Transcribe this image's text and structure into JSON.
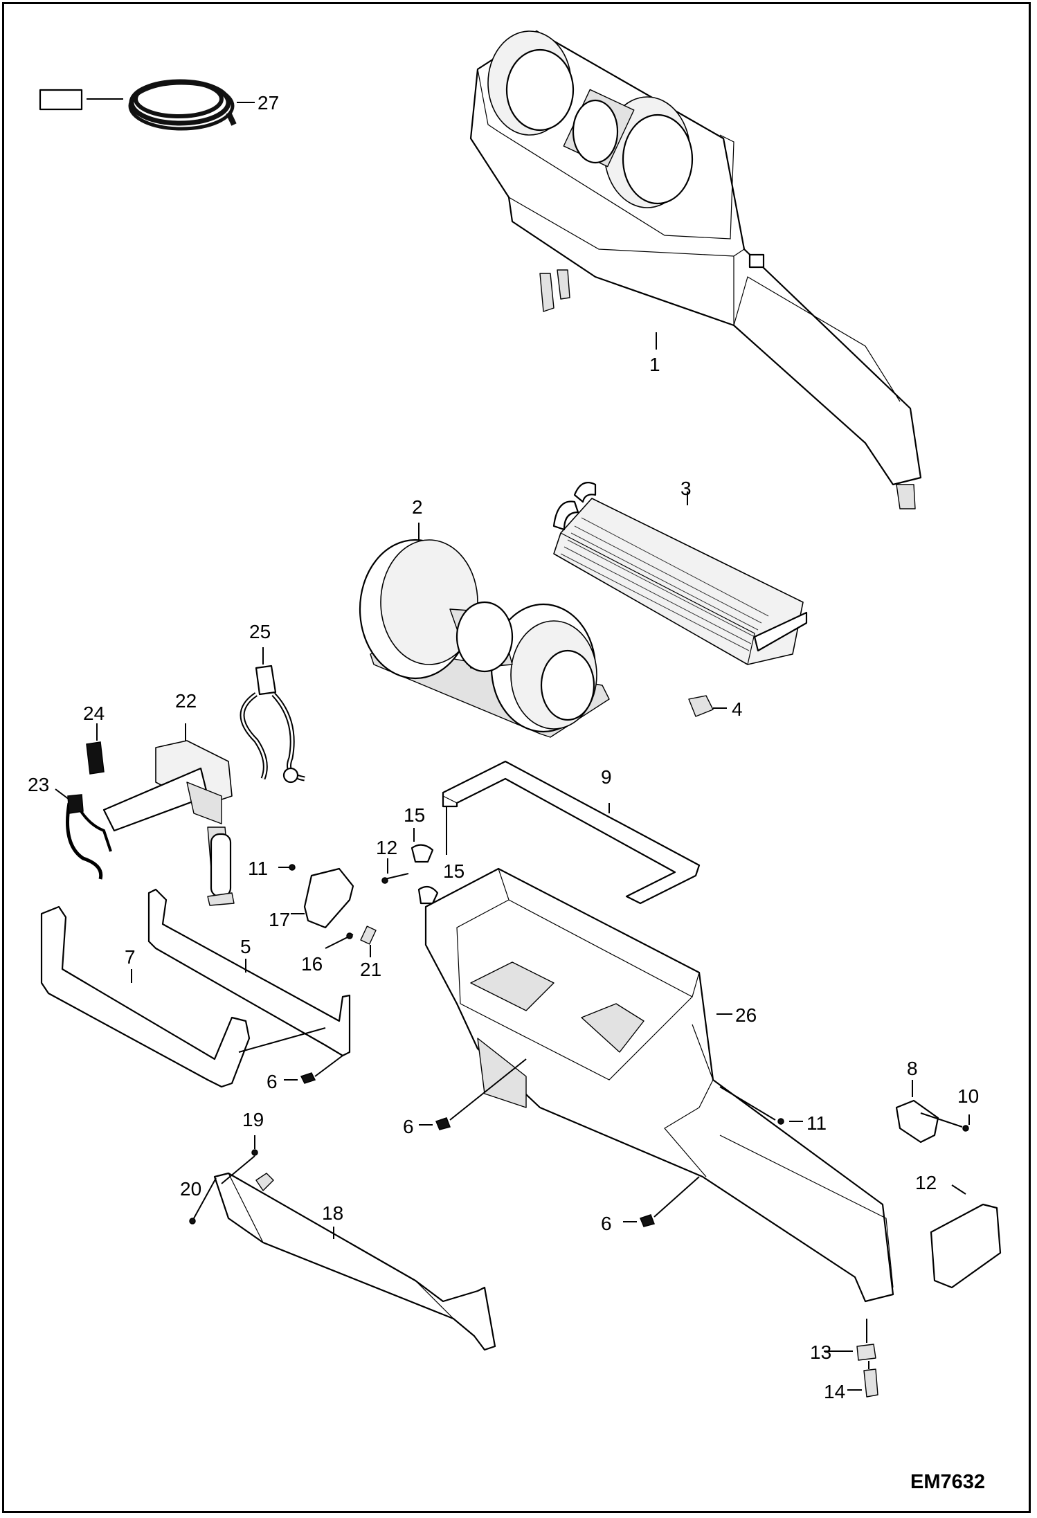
{
  "diagram": {
    "drawing_code": "EM7632",
    "colors": {
      "line": "#000000",
      "background": "#ffffff",
      "fill_light": "#f2f2f2"
    },
    "callouts": [
      {
        "id": "c27",
        "text": "27"
      },
      {
        "id": "c1",
        "text": "1"
      },
      {
        "id": "c2",
        "text": "2"
      },
      {
        "id": "c3",
        "text": "3"
      },
      {
        "id": "c4",
        "text": "4"
      },
      {
        "id": "c25",
        "text": "25"
      },
      {
        "id": "c22",
        "text": "22"
      },
      {
        "id": "c24",
        "text": "24"
      },
      {
        "id": "c23",
        "text": "23"
      },
      {
        "id": "c9",
        "text": "9"
      },
      {
        "id": "c15a",
        "text": "15"
      },
      {
        "id": "c12a",
        "text": "12"
      },
      {
        "id": "c15b",
        "text": "15"
      },
      {
        "id": "c11a",
        "text": "11"
      },
      {
        "id": "c17",
        "text": "17"
      },
      {
        "id": "c16",
        "text": "16"
      },
      {
        "id": "c21",
        "text": "21"
      },
      {
        "id": "c5",
        "text": "5"
      },
      {
        "id": "c7",
        "text": "7"
      },
      {
        "id": "c6a",
        "text": "6"
      },
      {
        "id": "c26",
        "text": "26"
      },
      {
        "id": "c6b",
        "text": "6"
      },
      {
        "id": "c11b",
        "text": "11"
      },
      {
        "id": "c8",
        "text": "8"
      },
      {
        "id": "c10",
        "text": "10"
      },
      {
        "id": "c12b",
        "text": "12"
      },
      {
        "id": "c19",
        "text": "19"
      },
      {
        "id": "c20",
        "text": "20"
      },
      {
        "id": "c18",
        "text": "18"
      },
      {
        "id": "c6c",
        "text": "6"
      },
      {
        "id": "c13",
        "text": "13"
      },
      {
        "id": "c14",
        "text": "14"
      }
    ]
  }
}
